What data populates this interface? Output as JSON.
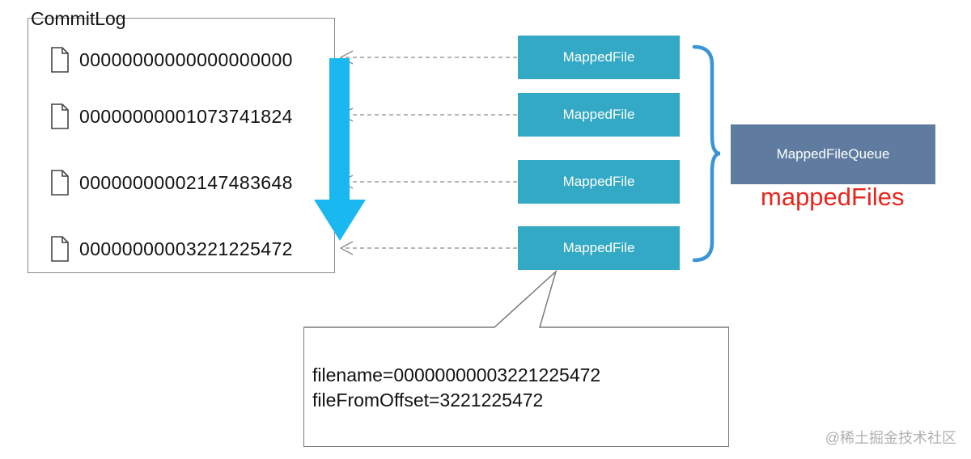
{
  "commitlog": {
    "title": "CommitLog",
    "files": [
      "00000000000000000000",
      "00000000001073741824",
      "00000000002147483648",
      "00000000003221225472"
    ]
  },
  "mapped_files": [
    {
      "label": "MappedFile"
    },
    {
      "label": "MappedFile"
    },
    {
      "label": "MappedFile"
    },
    {
      "label": "MappedFile"
    }
  ],
  "queue": {
    "label": "MappedFileQueue",
    "field_name": "mappedFiles"
  },
  "callout": {
    "line1": "filename=00000000003221225472",
    "line2": "fileFromOffset=3221225472"
  },
  "watermark": "@稀土掘金技术社区",
  "colors": {
    "mapped_file": "#33a9c6",
    "queue": "#5f7ca0",
    "arrow": "#1ab8f0",
    "brace": "#3a95d6",
    "label_red": "#e8261c"
  }
}
